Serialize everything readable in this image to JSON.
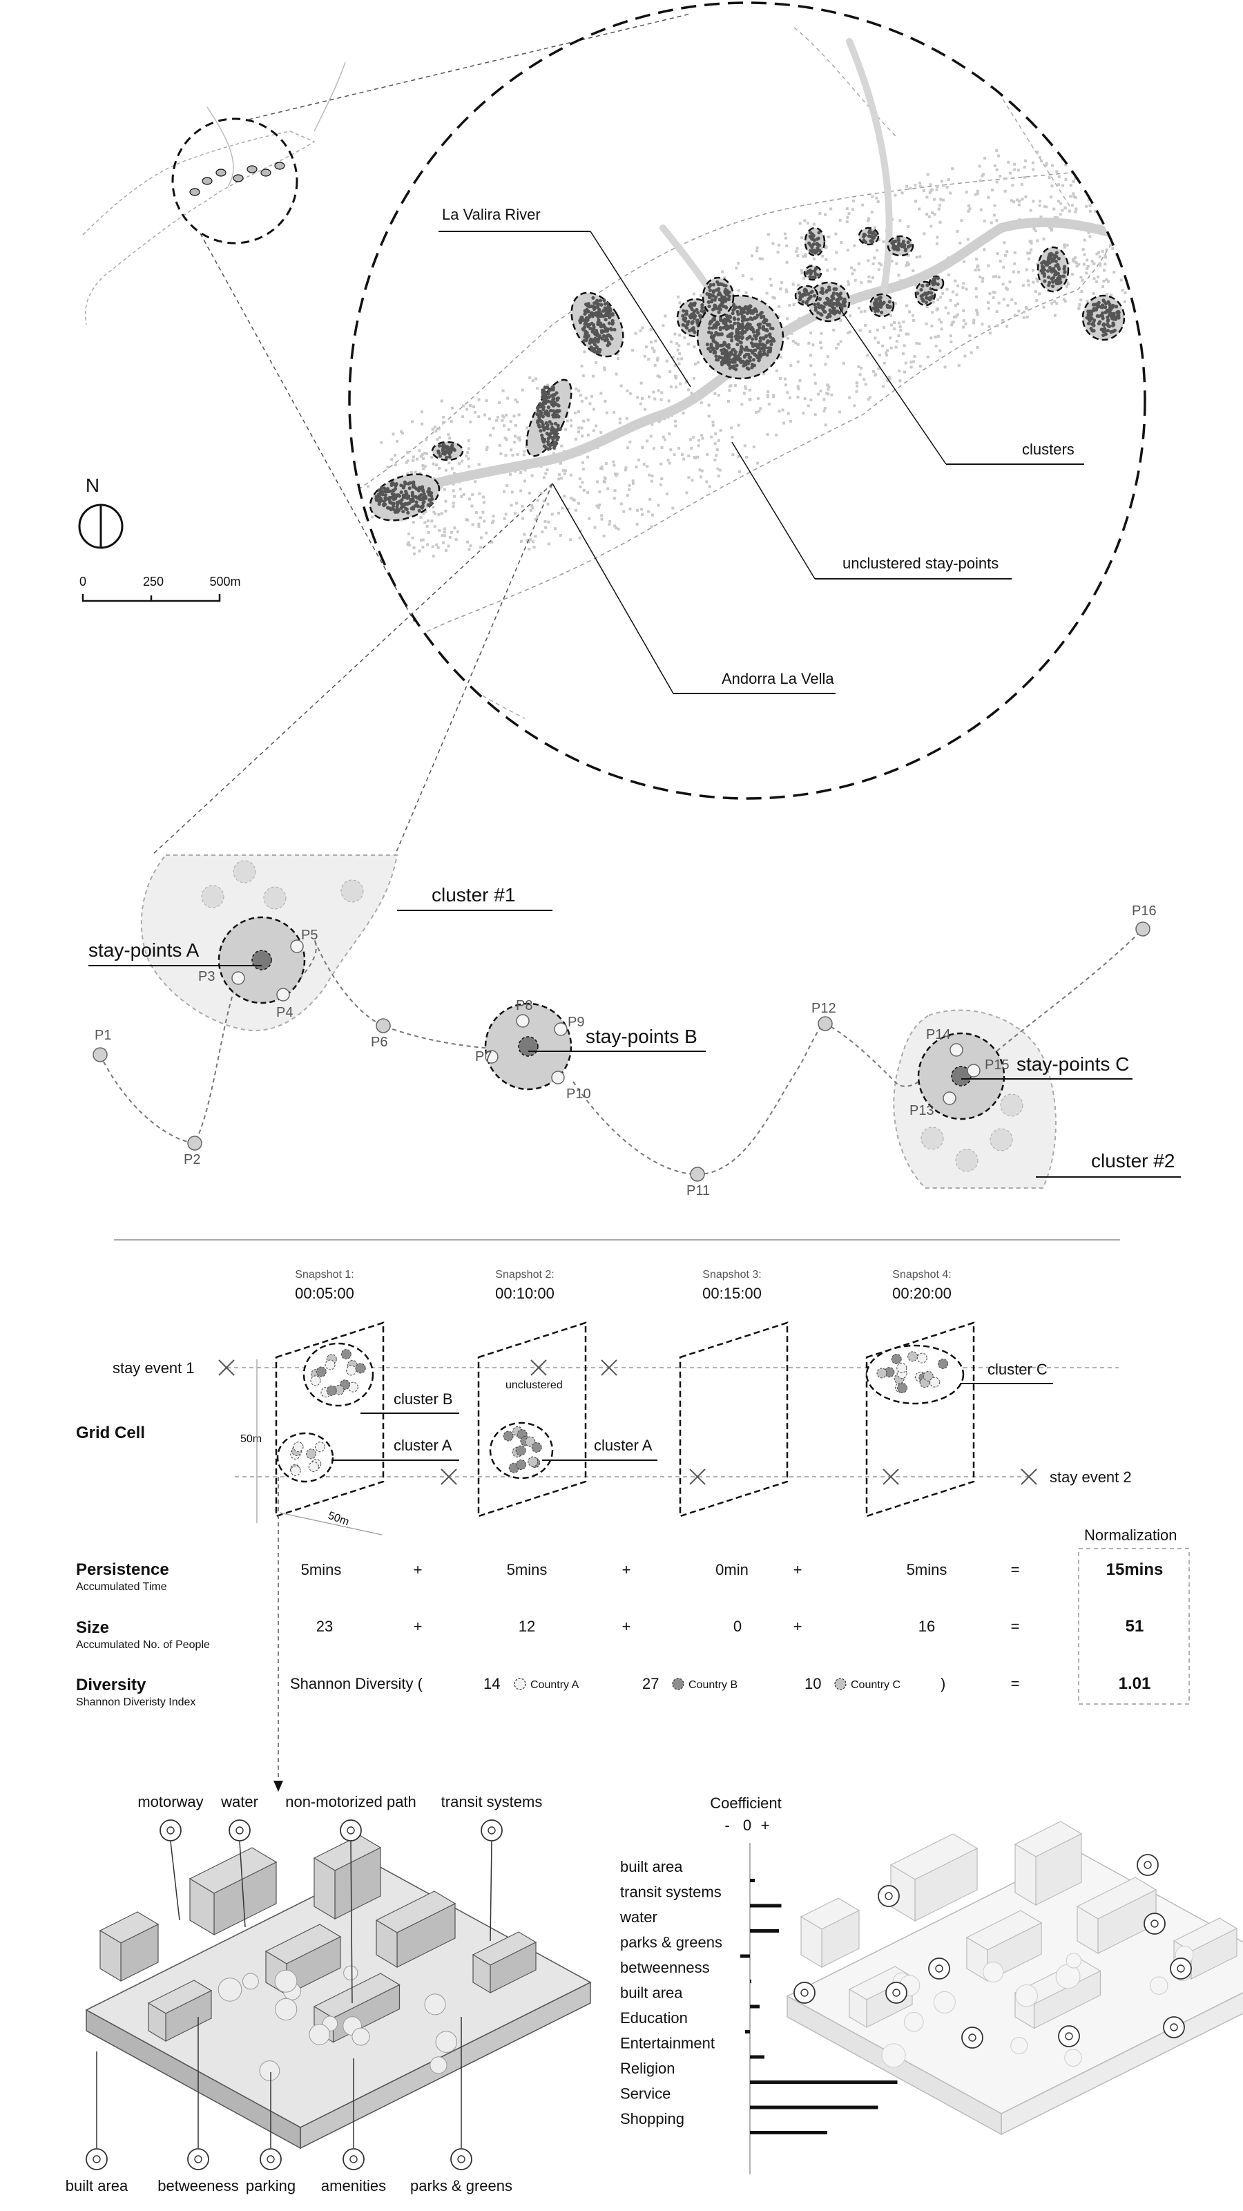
{
  "map": {
    "north": "N",
    "scale": [
      "0",
      "250",
      "500m"
    ],
    "labels": {
      "river": "La Valira River",
      "clusters": "clusters",
      "unclustered": "unclustered stay-points",
      "town": "Andorra La Vella"
    }
  },
  "trajectory": {
    "cluster1": "cluster #1",
    "cluster2": "cluster #2",
    "stayA": "stay-points A",
    "stayB": "stay-points B",
    "stayC": "stay-points C",
    "points": [
      "P1",
      "P2",
      "P3",
      "P4",
      "P5",
      "P6",
      "P7",
      "P8",
      "P9",
      "P10",
      "P11",
      "P12",
      "P13",
      "P14",
      "P15",
      "P16"
    ]
  },
  "snapshots": {
    "items": [
      {
        "label": "Snapshot 1:",
        "time": "00:05:00"
      },
      {
        "label": "Snapshot 2:",
        "time": "00:10:00"
      },
      {
        "label": "Snapshot 3:",
        "time": "00:15:00"
      },
      {
        "label": "Snapshot 4:",
        "time": "00:20:00"
      }
    ],
    "stay_event_1": "stay event 1",
    "stay_event_2": "stay event 2",
    "grid_cell": "Grid Cell",
    "dim_50m_v": "50m",
    "dim_50m_h": "50m",
    "unclustered": "unclustered",
    "cluster_b": "cluster B",
    "cluster_a1": "cluster A",
    "cluster_a2": "cluster A",
    "cluster_c": "cluster C"
  },
  "metrics": {
    "normalization": "Normalization",
    "persistence": {
      "title": "Persistence",
      "sub": "Accumulated Time",
      "values": [
        "5mins",
        "5mins",
        "0min",
        "5mins"
      ],
      "result": "15mins"
    },
    "size": {
      "title": "Size",
      "sub": "Accumulated No. of People",
      "values": [
        "23",
        "12",
        "0",
        "16"
      ],
      "result": "51"
    },
    "diversity": {
      "title": "Diversity",
      "sub": "Shannon Diveristy Index",
      "prefix": "Shannon Diversity  (",
      "counts": [
        "14",
        "27",
        "10"
      ],
      "countries": [
        "Country A",
        "Country B",
        "Country C"
      ],
      "close": ")",
      "result": "1.01"
    },
    "plus": "+",
    "equals": "="
  },
  "factors": {
    "top": [
      "motorway",
      "water",
      "non-motorized path",
      "transit systems"
    ],
    "bottom": [
      "built area",
      "betweeness",
      "parking",
      "amenities",
      "parks & greens"
    ]
  },
  "coefficient": {
    "title": "Coefficient",
    "axis": {
      "minus": "-",
      "zero": "0",
      "plus": "+"
    },
    "items": [
      {
        "label": "built area",
        "value": 0.02
      },
      {
        "label": "transit systems",
        "value": 0.13
      },
      {
        "label": "water",
        "value": 0.12
      },
      {
        "label": "parks & greens",
        "value": -0.04
      },
      {
        "label": "betweenness",
        "value": 0.005
      },
      {
        "label": "built area",
        "value": 0.04
      },
      {
        "label": "Education",
        "value": -0.02
      },
      {
        "label": "Entertainment",
        "value": 0.06
      },
      {
        "label": "Religion",
        "value": 0.61
      },
      {
        "label": "Service",
        "value": 0.53
      },
      {
        "label": "Shopping",
        "value": 0.32
      }
    ]
  },
  "colors": {
    "line": "#111111",
    "light": "#cfcfcf",
    "mid": "#9a9a9a",
    "dark": "#5e5e5e",
    "fill": "#efefef"
  }
}
